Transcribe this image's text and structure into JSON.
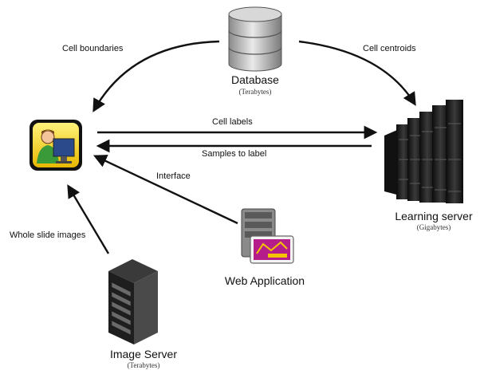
{
  "nodes": {
    "database": {
      "title": "Database",
      "subtitle": "(Terabytes)"
    },
    "learning_server": {
      "title": "Learning server",
      "subtitle": "(Gigabytes)"
    },
    "web_application": {
      "title": "Web Application"
    },
    "image_server": {
      "title": "Image Server",
      "subtitle": "(Terabytes)"
    }
  },
  "edges": {
    "cell_boundaries": "Cell boundaries",
    "cell_centroids": "Cell centroids",
    "cell_labels": "Cell labels",
    "samples_to_label": "Samples to label",
    "interface": "Interface",
    "whole_slide_images": "Whole slide images"
  },
  "colors": {
    "arrow": "#111111",
    "user_badge": "#f2d40a",
    "server": "#1e1e1e"
  }
}
